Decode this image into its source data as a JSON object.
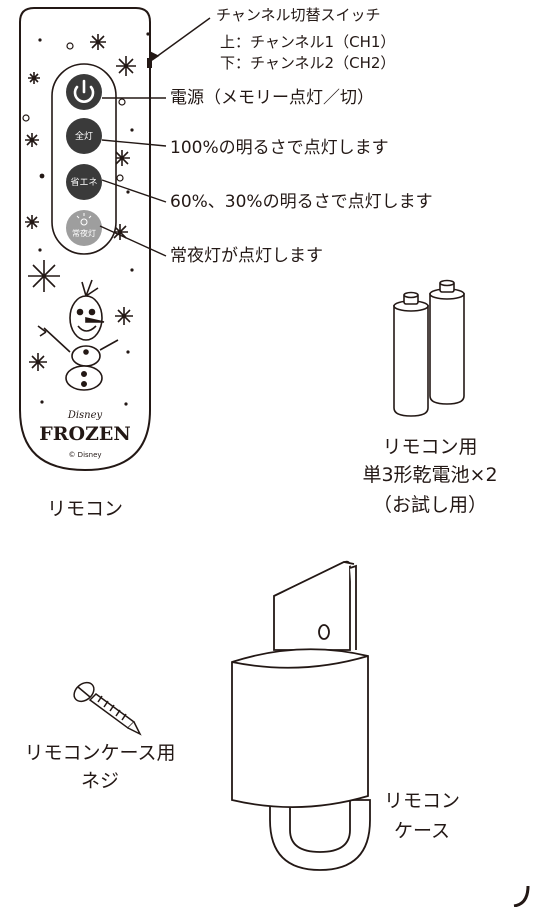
{
  "remote": {
    "buttons": {
      "zentou": "全灯",
      "shouene": "省エネ",
      "joyatou": "常夜灯"
    },
    "brand": "FROZEN",
    "brand_small": "Disney",
    "copyright": "© Disney",
    "caption": "リモコン"
  },
  "callouts": {
    "switch_title": "チャンネル切替スイッチ",
    "switch_up": "上：チャンネル1（CH1）",
    "switch_down": "下：チャンネル2（CH2）",
    "power": "電源（メモリー点灯／切）",
    "full": "100%の明るさで点灯します",
    "eco": "60%、30%の明るさで点灯します",
    "night": "常夜灯が点灯します"
  },
  "battery": {
    "line1": "リモコン用",
    "line2": "単3形乾電池×2",
    "line3": "（お試し用）"
  },
  "screw": {
    "line1": "リモコンケース用",
    "line2": "ネジ"
  },
  "case": {
    "line1": "リモコン",
    "line2": "ケース"
  }
}
